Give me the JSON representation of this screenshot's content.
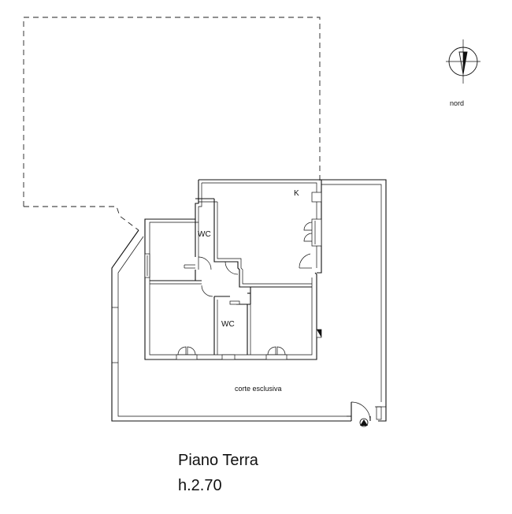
{
  "plan": {
    "compass_label": "nord",
    "rooms": {
      "kitchen": "K",
      "wc_upper": "WC",
      "wc_lower": "WC"
    },
    "courtyard_label": "corte esclusiva",
    "floor_title": "Piano Terra",
    "floor_height": "h.2.70"
  }
}
